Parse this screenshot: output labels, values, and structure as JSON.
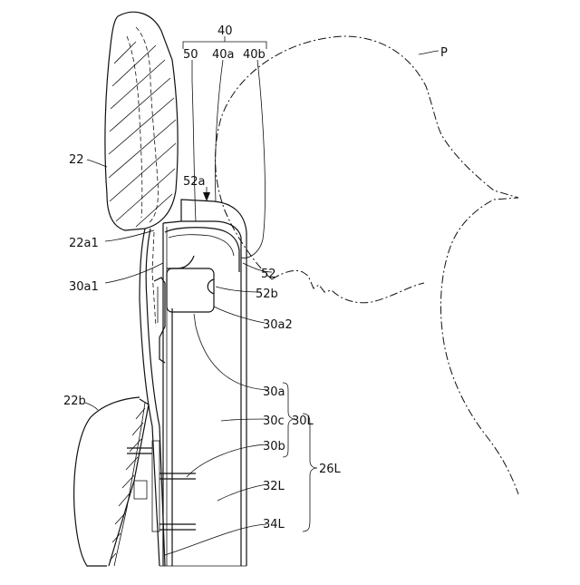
{
  "labels": {
    "l40": "40",
    "l50": "50",
    "l40a": "40a",
    "l40b": "40b",
    "lP": "P",
    "l22": "22",
    "l52a": "52a",
    "l22a1": "22a1",
    "l52": "52",
    "l30a1": "30a1",
    "l52b": "52b",
    "l30a2": "30a2",
    "l30a": "30a",
    "l22b": "22b",
    "l30c": "30c",
    "l30L": "30L",
    "l30b": "30b",
    "l26L": "26L",
    "l32L": "32L",
    "l34L": "34L"
  }
}
